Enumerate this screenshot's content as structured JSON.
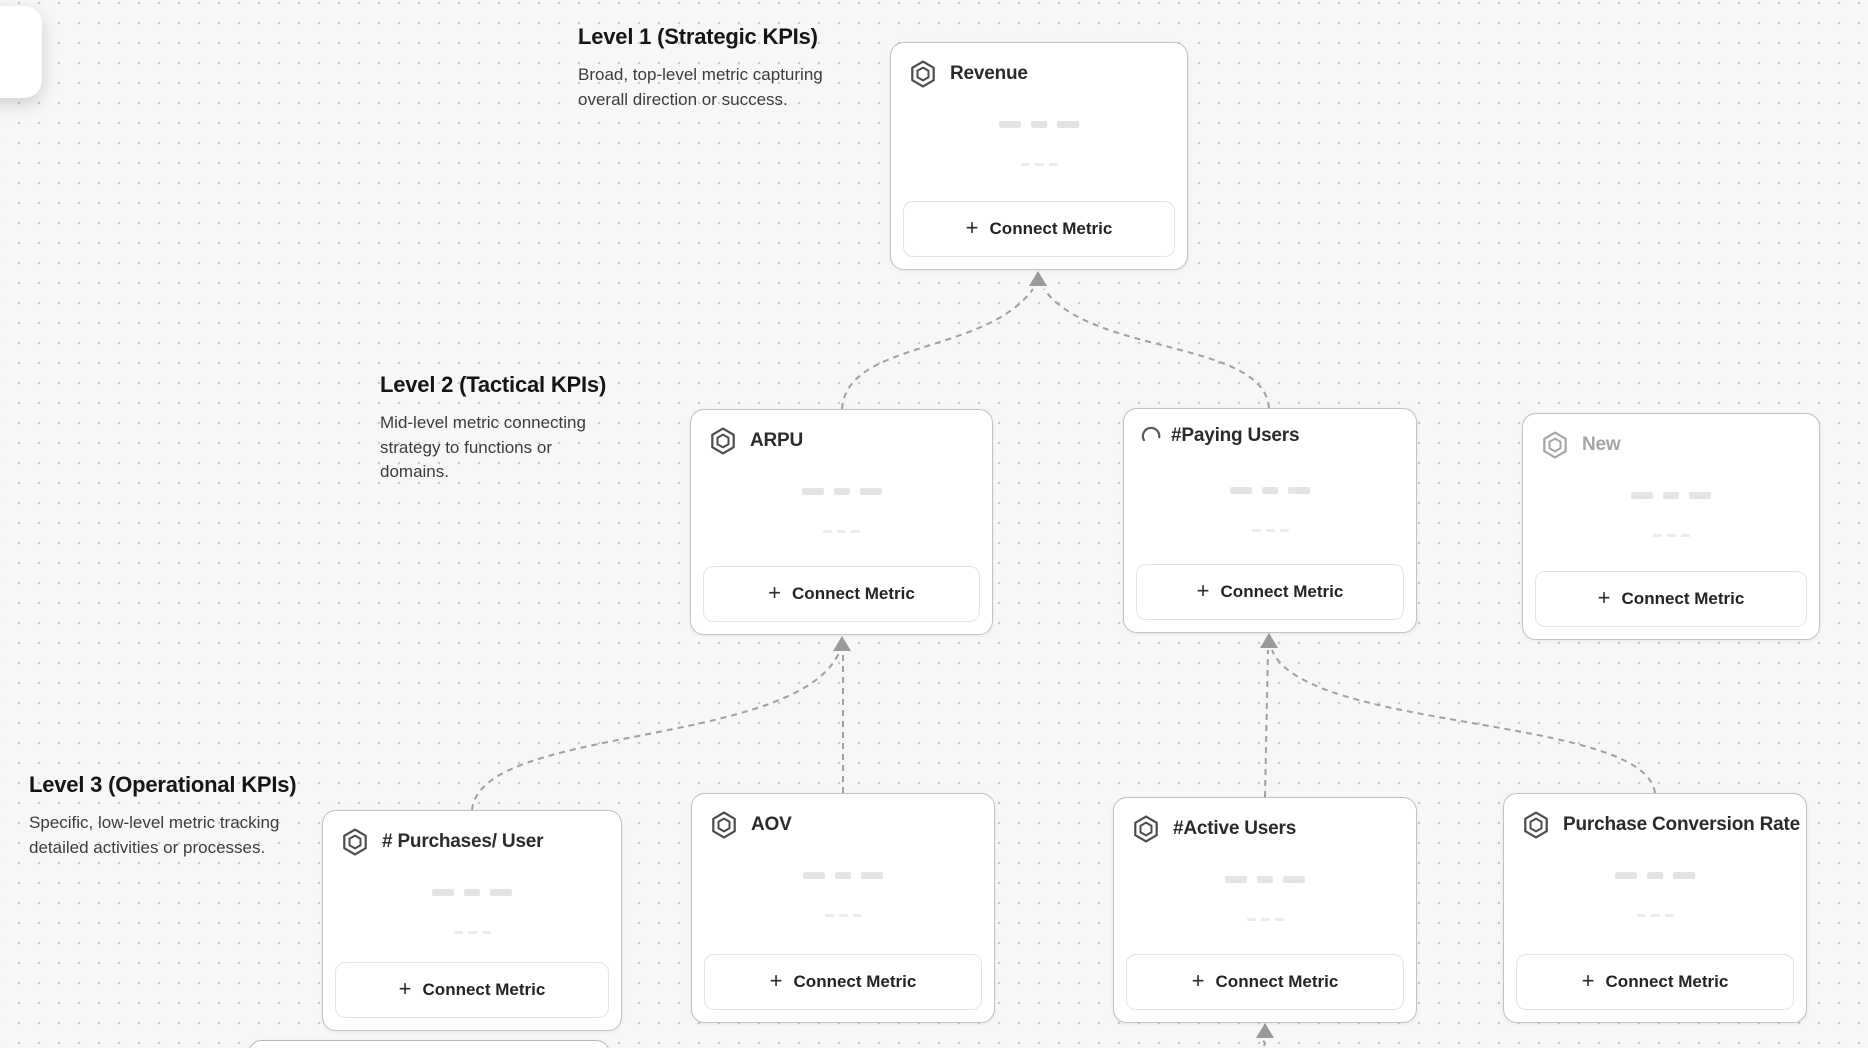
{
  "canvas": {
    "background": "#f7f7f7",
    "dot_color": "#c9c9c9"
  },
  "colors": {
    "card_border": "#c2c2c2",
    "connector": "#a0a0a0",
    "arrowhead": "#9a9a9a",
    "card_title": "#2b2b2b",
    "pending_title": "#a6a6a6",
    "heading": "#151515",
    "description": "#3c3c3c"
  },
  "labels": {
    "connect_metric": "Connect Metric",
    "plus": "+"
  },
  "levels": [
    {
      "title": "Level 1 (Strategic KPIs)",
      "description": "Broad, top-level metric capturing overall direction or success."
    },
    {
      "title": "Level 2 (Tactical KPIs)",
      "description": "Mid-level metric connecting strategy to functions or domains."
    },
    {
      "title": "Level 3 (Operational KPIs)",
      "description": "Specific, low-level metric tracking detailed activities or processes."
    }
  ],
  "cards": [
    {
      "title": "Revenue",
      "icon": "metric-hexagon",
      "level": 1,
      "state": "normal"
    },
    {
      "title": "ARPU",
      "icon": "metric-hexagon",
      "level": 2,
      "state": "normal"
    },
    {
      "title": "#Paying Users",
      "icon": "spinner",
      "level": 2,
      "state": "loading"
    },
    {
      "title": "New",
      "icon": "metric-hexagon",
      "level": 2,
      "state": "pending"
    },
    {
      "title": "# Purchases/ User",
      "icon": "metric-hexagon",
      "level": 3,
      "state": "normal"
    },
    {
      "title": "AOV",
      "icon": "metric-hexagon",
      "level": 3,
      "state": "normal"
    },
    {
      "title": "#Active Users",
      "icon": "metric-hexagon",
      "level": 3,
      "state": "normal"
    },
    {
      "title": "Purchase Conversion Rate",
      "icon": "metric-hexagon",
      "level": 3,
      "state": "normal"
    }
  ]
}
